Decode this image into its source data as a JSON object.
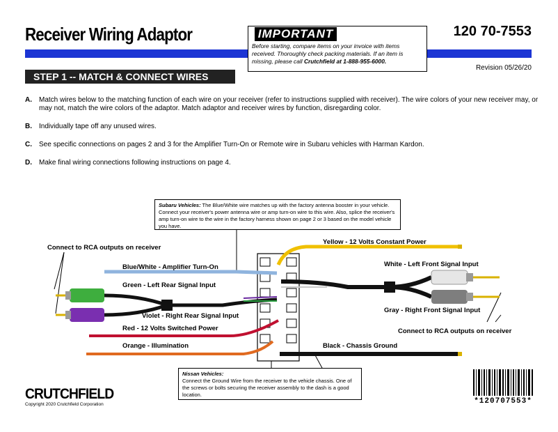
{
  "header": {
    "title": "Receiver Wiring Adaptor",
    "part_number": "120 70-7553",
    "revision": "Revision 05/26/20",
    "brand_color": "#1c35d4"
  },
  "important": {
    "heading": "IMPORTANT",
    "text": "Before starting, compare items on your invoice with items received.  Thoroughly check packing materials.  If an item is missing, please call ",
    "phone": "Crutchfield at 1-888-955-6000."
  },
  "step": {
    "title": "STEP 1 -- MATCH & CONNECT WIRES",
    "items": [
      {
        "letter": "A.",
        "text": "Match wires below to the matching function of each wire on your receiver (refer to instructions supplied with receiver).  The wire colors of your new receiver may, or may not, match the wire colors of the adaptor.  Match adaptor and receiver wires by function, disregarding color."
      },
      {
        "letter": "B.",
        "text": "Individually tape off any unused wires."
      },
      {
        "letter": "C.",
        "text": "See specific connections on pages 2 and 3 for the Amplifier Turn-On or Remote wire in Subaru vehicles with Harman Kardon."
      },
      {
        "letter": "D.",
        "text": "Make final wiring connections following instructions on page 4."
      }
    ]
  },
  "notes": {
    "subaru_heading": "Subaru Vehicles:",
    "subaru_text": "  The Blue/White wire matches up with the factory antenna booster in your vehicle.  Connect your receiver's power antenna wire or amp turn-on wire to this wire.  Also, splice the receiver's amp turn-on wire to the wire in the factory harness shown on page 2 or 3 based on the model vehicle you have.",
    "nissan_heading": "Nissan Vehicles:",
    "nissan_text": "Connect the Ground Wire from the receiver to the vehicle chassis.  One of the screws or bolts securing the receiver assembly to the dash is a good location."
  },
  "wires": {
    "rca_left": "Connect to RCA outputs on receiver",
    "rca_right": "Connect to RCA outputs on receiver",
    "blue_white": "Blue/White - Amplifier Turn-On",
    "green": "Green - Left Rear Signal Input",
    "violet": "Violet - Right Rear Signal Input",
    "red": "Red - 12 Volts Switched Power",
    "orange": "Orange - Illumination",
    "yellow": "Yellow - 12 Volts Constant Power",
    "white": "White - Left Front Signal Input",
    "gray": "Gray - Right Front Signal Input",
    "black": "Black - Chassis Ground"
  },
  "footer": {
    "logo": "CRUTCHFIELD",
    "copyright": "Copyright 2020  Crutchfield Corporation",
    "barcode_text": "*120707553*"
  }
}
